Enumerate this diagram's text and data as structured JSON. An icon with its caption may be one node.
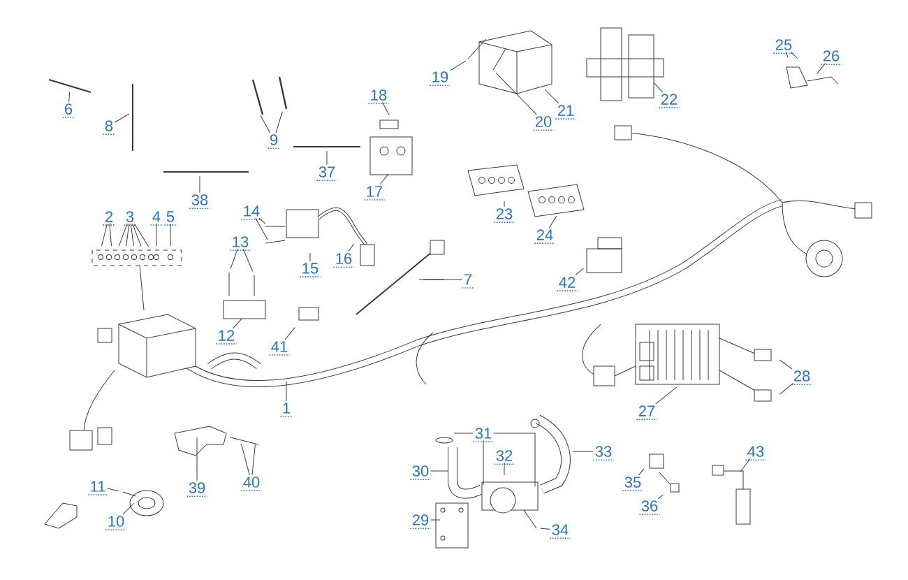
{
  "diagram": {
    "nodes": [
      {
        "text": [
          "1"
        ]
      },
      {
        "text": [
          "2"
        ]
      },
      {
        "text": [
          "3"
        ]
      },
      {
        "text": [
          "4"
        ]
      },
      {
        "text": [
          "5"
        ]
      },
      {
        "text": [
          "6"
        ]
      },
      {
        "text": [
          "7"
        ]
      },
      {
        "text": [
          "8"
        ]
      },
      {
        "text": [
          "9"
        ]
      },
      {
        "text": [
          "10"
        ]
      },
      {
        "text": [
          "11"
        ]
      },
      {
        "text": [
          "12"
        ]
      },
      {
        "text": [
          "13"
        ]
      },
      {
        "text": [
          "14"
        ]
      },
      {
        "text": [
          "15"
        ]
      },
      {
        "text": [
          "16"
        ]
      },
      {
        "text": [
          "17"
        ]
      },
      {
        "text": [
          "18"
        ]
      },
      {
        "text": [
          "19"
        ]
      },
      {
        "text": [
          "20"
        ]
      },
      {
        "text": [
          "21"
        ]
      },
      {
        "text": [
          "22"
        ]
      },
      {
        "text": [
          "23"
        ]
      },
      {
        "text": [
          "24"
        ]
      },
      {
        "text": [
          "25"
        ]
      },
      {
        "text": [
          "26"
        ]
      },
      {
        "text": [
          "27"
        ]
      },
      {
        "text": [
          "28"
        ]
      },
      {
        "text": [
          "29"
        ]
      },
      {
        "text": [
          "30"
        ]
      },
      {
        "text": [
          "31"
        ]
      },
      {
        "text": [
          "32"
        ]
      },
      {
        "text": [
          "33"
        ]
      },
      {
        "text": [
          "34"
        ]
      },
      {
        "text": [
          "35"
        ]
      },
      {
        "text": [
          "36"
        ]
      },
      {
        "text": [
          "37"
        ]
      },
      {
        "text": [
          "38"
        ]
      },
      {
        "text": [
          "39"
        ]
      },
      {
        "text": [
          "40"
        ]
      },
      {
        "text": [
          "41"
        ]
      },
      {
        "text": [
          "42"
        ]
      },
      {
        "text": [
          "43"
        ]
      }
    ],
    "edges": [
      {
        "from": 0,
        "to": null,
        "arrow": "none"
      },
      {
        "from": 1,
        "to": null,
        "arrow": "none"
      },
      {
        "from": 1,
        "to": null,
        "arrow": "none"
      },
      {
        "from": 2,
        "to": null,
        "arrow": "none"
      },
      {
        "from": 2,
        "to": null,
        "arrow": "none"
      },
      {
        "from": 2,
        "to": null,
        "arrow": "none"
      },
      {
        "from": 2,
        "to": null,
        "arrow": "none"
      },
      {
        "from": 2,
        "to": null,
        "arrow": "none"
      },
      {
        "from": 3,
        "to": null,
        "arrow": "none"
      },
      {
        "from": 4,
        "to": null,
        "arrow": "none"
      },
      {
        "from": 5,
        "to": null,
        "arrow": "none"
      },
      {
        "from": 6,
        "to": null,
        "arrow": "none"
      },
      {
        "from": 7,
        "to": null,
        "arrow": "none"
      },
      {
        "from": 8,
        "to": null,
        "arrow": "none"
      },
      {
        "from": 8,
        "to": null,
        "arrow": "none"
      },
      {
        "from": 9,
        "to": null,
        "arrow": "none"
      },
      {
        "from": 10,
        "to": null,
        "arrow": "none"
      },
      {
        "from": 11,
        "to": null,
        "arrow": "none"
      },
      {
        "from": 12,
        "to": null,
        "arrow": "none"
      },
      {
        "from": 12,
        "to": null,
        "arrow": "none"
      },
      {
        "from": 13,
        "to": null,
        "arrow": "none"
      },
      {
        "from": 13,
        "to": null,
        "arrow": "none"
      },
      {
        "from": 14,
        "to": null,
        "arrow": "none"
      },
      {
        "from": 15,
        "to": null,
        "arrow": "none"
      },
      {
        "from": 16,
        "to": null,
        "arrow": "none"
      },
      {
        "from": 17,
        "to": null,
        "arrow": "none"
      },
      {
        "from": 18,
        "to": null,
        "arrow": "none"
      },
      {
        "from": 19,
        "to": null,
        "arrow": "none"
      },
      {
        "from": 20,
        "to": null,
        "arrow": "none"
      },
      {
        "from": 21,
        "to": null,
        "arrow": "none"
      },
      {
        "from": 22,
        "to": null,
        "arrow": "none"
      },
      {
        "from": 23,
        "to": null,
        "arrow": "none"
      },
      {
        "from": 24,
        "to": null,
        "arrow": "none"
      },
      {
        "from": 24,
        "to": null,
        "arrow": "none"
      },
      {
        "from": 25,
        "to": null,
        "arrow": "none"
      },
      {
        "from": 26,
        "to": null,
        "arrow": "none"
      },
      {
        "from": 27,
        "to": null,
        "arrow": "none"
      },
      {
        "from": 27,
        "to": null,
        "arrow": "none"
      },
      {
        "from": 28,
        "to": null,
        "arrow": "none"
      },
      {
        "from": 29,
        "to": null,
        "arrow": "none"
      },
      {
        "from": 30,
        "to": null,
        "arrow": "none"
      },
      {
        "from": 30,
        "to": null,
        "arrow": "none"
      },
      {
        "from": 30,
        "to": null,
        "arrow": "none"
      },
      {
        "from": 31,
        "to": null,
        "arrow": "none"
      },
      {
        "from": 32,
        "to": null,
        "arrow": "none"
      },
      {
        "from": 33,
        "to": null,
        "arrow": "none"
      },
      {
        "from": 34,
        "to": null,
        "arrow": "none"
      },
      {
        "from": 35,
        "to": null,
        "arrow": "none"
      },
      {
        "from": 36,
        "to": null,
        "arrow": "none"
      },
      {
        "from": 37,
        "to": null,
        "arrow": "none"
      },
      {
        "from": 38,
        "to": null,
        "arrow": "none"
      },
      {
        "from": 39,
        "to": null,
        "arrow": "none"
      },
      {
        "from": 39,
        "to": null,
        "arrow": "none"
      },
      {
        "from": 40,
        "to": null,
        "arrow": "none"
      },
      {
        "from": 41,
        "to": null,
        "arrow": "none"
      },
      {
        "from": 42,
        "to": null,
        "arrow": "none"
      }
    ]
  }
}
